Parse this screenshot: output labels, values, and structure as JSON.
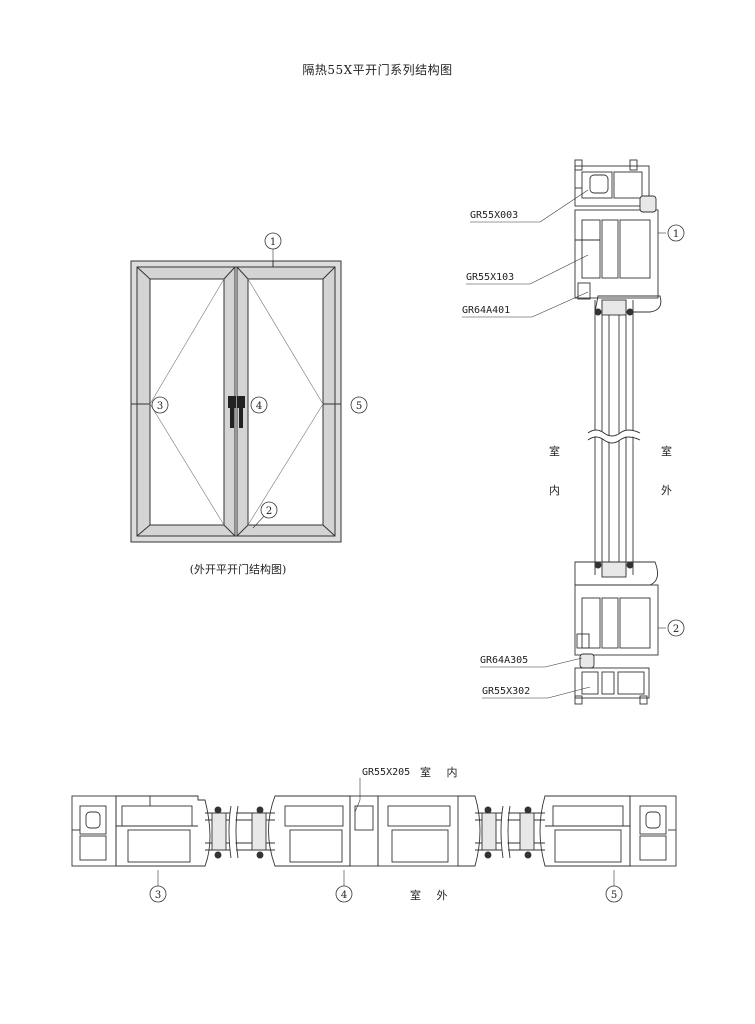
{
  "title": "隔热55X平开门系列结构图",
  "elevation": {
    "caption": "(外开平开门结构图)",
    "markers": [
      "1",
      "2",
      "3",
      "4",
      "5"
    ]
  },
  "vertical_section": {
    "parts": [
      "GR55X003",
      "GR55X103",
      "GR64A401",
      "GR64A305",
      "GR55X302"
    ],
    "markers": [
      "1",
      "2"
    ],
    "inside_label": [
      "室",
      "内"
    ],
    "outside_label": [
      "室",
      "外"
    ]
  },
  "horizontal_section": {
    "part": "GR55X205",
    "inside_label": "室 内",
    "outside_label": "室 外",
    "markers": [
      "3",
      "4",
      "5"
    ]
  }
}
